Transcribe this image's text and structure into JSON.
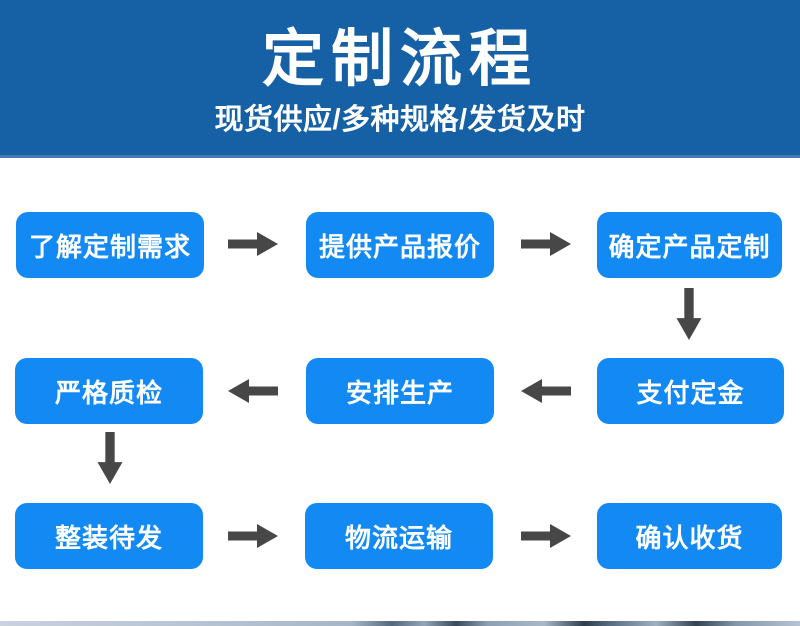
{
  "colors": {
    "header_bg": "#1661a6",
    "header_edge": "#4679ae",
    "box_bg": "#1289f3",
    "box_text": "#ffffff",
    "arrow": "#474747",
    "page_bg": "#ffffff"
  },
  "header": {
    "title": "定制流程",
    "subtitle": "现货供应/多种规格/发货及时"
  },
  "flow": {
    "rows": [
      {
        "boxes": [
          "了解定制需求",
          "提供产品报价",
          "确定产品定制"
        ]
      },
      {
        "boxes": [
          "严格质检",
          "安排生产",
          "支付定金"
        ]
      },
      {
        "boxes": [
          "整装待发",
          "物流运输",
          "确认收货"
        ]
      }
    ],
    "sequence": [
      "了解定制需求",
      "提供产品报价",
      "确定产品定制",
      "支付定金",
      "安排生产",
      "严格质检",
      "整装待发",
      "物流运输",
      "确认收货"
    ]
  }
}
